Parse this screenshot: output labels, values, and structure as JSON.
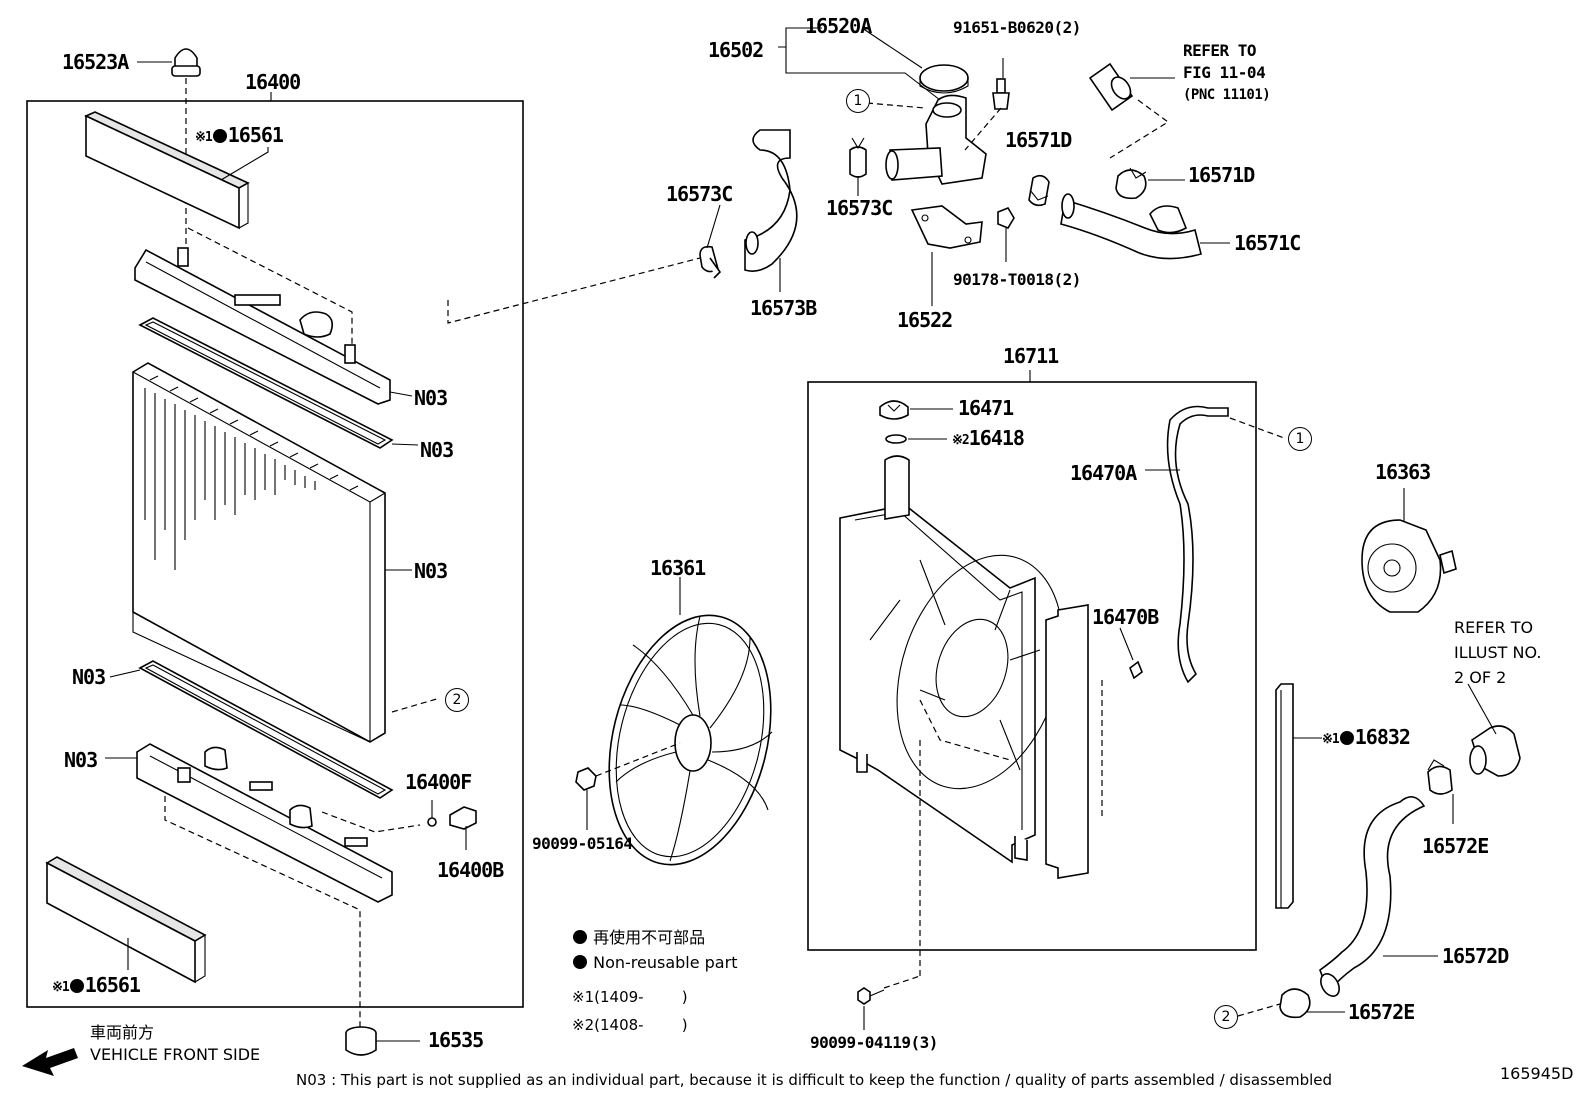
{
  "parts": {
    "p16523A": "16523A",
    "p16400": "16400",
    "p16561_top": "16561",
    "p16561_bottom": "16561",
    "p16502": "16502",
    "p16520A": "16520A",
    "p91651": "91651-B0620(2)",
    "p16573C_left": "16573C",
    "p16573C_mid": "16573C",
    "p16573B": "16573B",
    "p16571D_a": "16571D",
    "p16571D_b": "16571D",
    "p16571C": "16571C",
    "p16522": "16522",
    "p90178": "90178-T0018(2)",
    "n03_a": "N03",
    "n03_b": "N03",
    "n03_c": "N03",
    "n03_d": "N03",
    "n03_e": "N03",
    "p16400F": "16400F",
    "p16400B": "16400B",
    "p16535": "16535",
    "p16711": "16711",
    "p16471": "16471",
    "p16418": "16418",
    "p16470A": "16470A",
    "p16470B": "16470B",
    "p16361": "16361",
    "p90099_05164": "90099-05164",
    "p90099_04119": "90099-04119(3)",
    "p16363": "16363",
    "p16832": "16832",
    "p16572E_a": "16572E",
    "p16572E_b": "16572E",
    "p16572D": "16572D"
  },
  "refs": {
    "mark1": "※1",
    "mark2": "※2",
    "circle1": "1",
    "circle2": "2"
  },
  "refer_fig": {
    "line1": "REFER TO",
    "line2": "FIG 11-04",
    "line3": "(PNC 11101)"
  },
  "refer_illust": {
    "line1": "REFER TO",
    "line2": "ILLUST NO.",
    "line3": "2 OF 2"
  },
  "legend": {
    "nonreusable_jp": "再使用不可部品",
    "nonreusable_en": "Non-reusable part",
    "mark1_label": "※1",
    "mark1_range": "(1409-        )",
    "mark2_label": "※2",
    "mark2_range": "(1408-        )"
  },
  "direction": {
    "jp": "車両前方",
    "en": "VEHICLE FRONT SIDE"
  },
  "footnote": "N03 : This part is not supplied as an individual part, because it is difficult to keep the function / quality of parts assembled / disassembled",
  "figure_id": "165945D"
}
